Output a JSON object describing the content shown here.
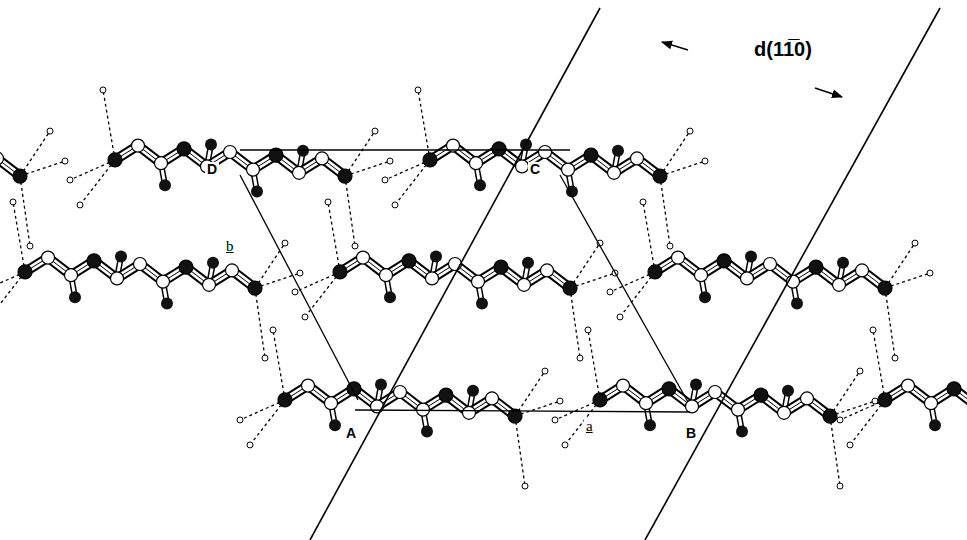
{
  "diagram": {
    "labels": [
      "d(11̅0)",
      "D",
      "C",
      "b",
      "a",
      "A",
      "B"
    ]
  }
}
